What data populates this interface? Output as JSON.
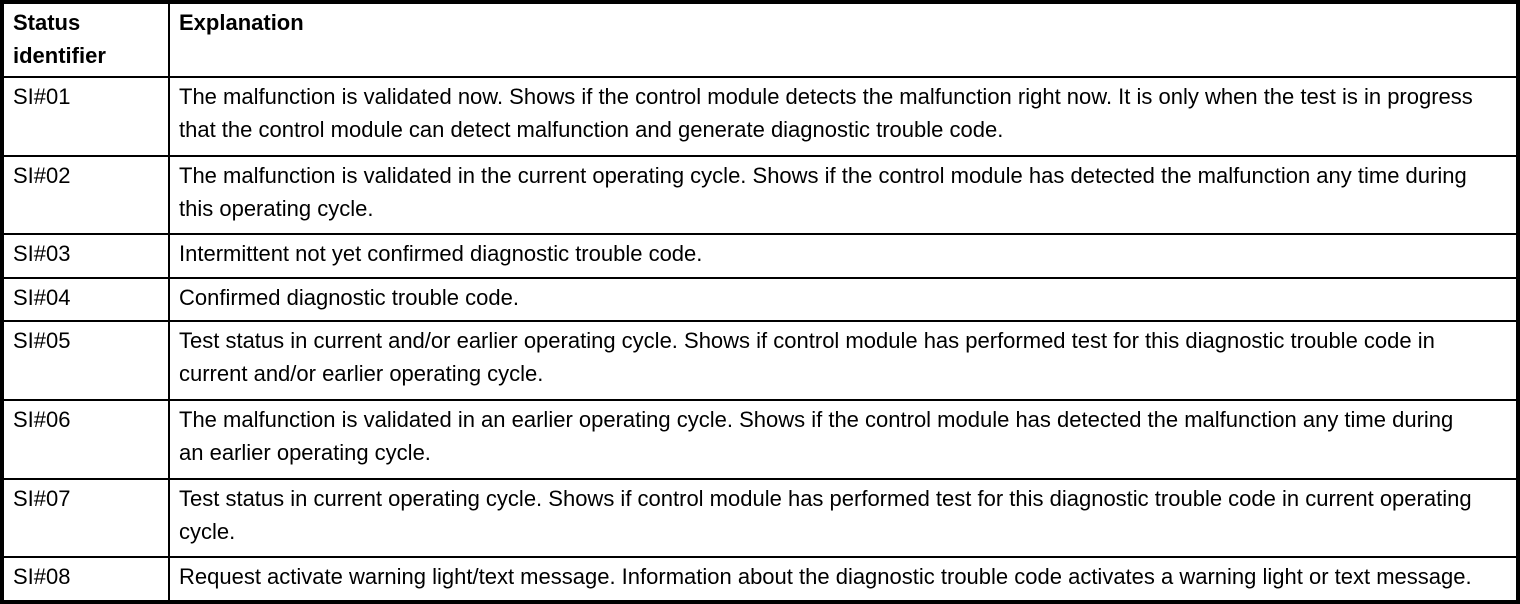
{
  "table": {
    "headers": [
      "Status identifier",
      "Explanation"
    ],
    "rows": [
      {
        "id": "SI#01",
        "explanation": "The malfunction is validated now. Shows if the control module detects the malfunction right now. It is only when the test is in progress that the control module can detect malfunction and generate diagnostic trouble code."
      },
      {
        "id": "SI#02",
        "explanation": "The malfunction is validated in the current operating cycle. Shows if the control module has detected the malfunction any time during this operating cycle."
      },
      {
        "id": "SI#03",
        "explanation": "Intermittent not yet confirmed diagnostic trouble code."
      },
      {
        "id": "SI#04",
        "explanation": "Confirmed diagnostic trouble code."
      },
      {
        "id": "SI#05",
        "explanation": "Test status in current and/or earlier operating cycle. Shows if control module has performed test for this diagnostic trouble code in current and/or earlier operating cycle."
      },
      {
        "id": "SI#06",
        "explanation": "The malfunction is validated in an earlier operating cycle. Shows if the control module has detected the malfunction any time during an earlier operating cycle."
      },
      {
        "id": "SI#07",
        "explanation": "Test status in current operating cycle. Shows if control module has performed test for this diagnostic trouble code in current operating cycle."
      },
      {
        "id": "SI#08",
        "explanation": "Request activate warning light/text message. Information about the diagnostic trouble code activates a warning light or text message."
      }
    ]
  },
  "colors": {
    "border": "#000000",
    "background": "#ffffff",
    "text": "#000000"
  }
}
